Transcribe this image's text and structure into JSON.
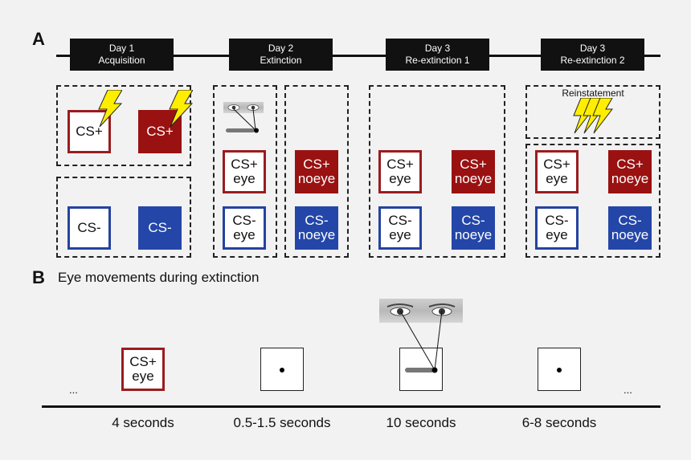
{
  "panel_a": {
    "letter": "A",
    "days": [
      {
        "day": "Day 1",
        "phase": "Acquisition"
      },
      {
        "day": "Day 2",
        "phase": "Extinction"
      },
      {
        "day": "Day 3",
        "phase": "Re-extinction 1"
      },
      {
        "day": "Day 3",
        "phase": "Re-extinction 2"
      }
    ],
    "acquisition": {
      "cs_plus": "CS+",
      "cs_plus_2": "CS+",
      "cs_minus": "CS-",
      "cs_minus_2": "CS-"
    },
    "stimuli": {
      "cs_plus_eye": [
        "CS+",
        "eye"
      ],
      "cs_plus_noeye": [
        "CS+",
        "noeye"
      ],
      "cs_minus_eye": [
        "CS-",
        "eye"
      ],
      "cs_minus_noeye": [
        "CS-",
        "noeye"
      ]
    },
    "reinstatement_label": "Reinstatement"
  },
  "panel_b": {
    "letter": "B",
    "title": "Eye movements during extinction",
    "stimulus": [
      "CS+",
      "eye"
    ],
    "ellipsis_left": "...",
    "ellipsis_right": "...",
    "durations": [
      "4 seconds",
      "0.5-1.5 seconds",
      "10 seconds",
      "6-8 seconds"
    ]
  },
  "colors": {
    "red": "#9a1111",
    "blue": "#2446a8",
    "shock": "#ffee00",
    "background": "#f2f2f2"
  }
}
